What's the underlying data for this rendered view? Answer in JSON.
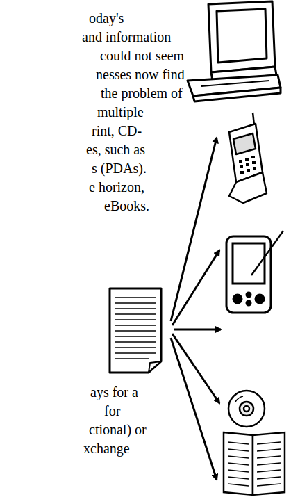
{
  "diagram": {
    "labels": [
      "oday's",
      "and information",
      "could not seem",
      "nesses now find",
      "the problem of",
      "multiple",
      "rint, CD-",
      "es, such as",
      "s (PDAs).",
      "e horizon,",
      "eBooks.",
      "ays for a",
      "for",
      "ctional) or",
      "xchange"
    ]
  }
}
